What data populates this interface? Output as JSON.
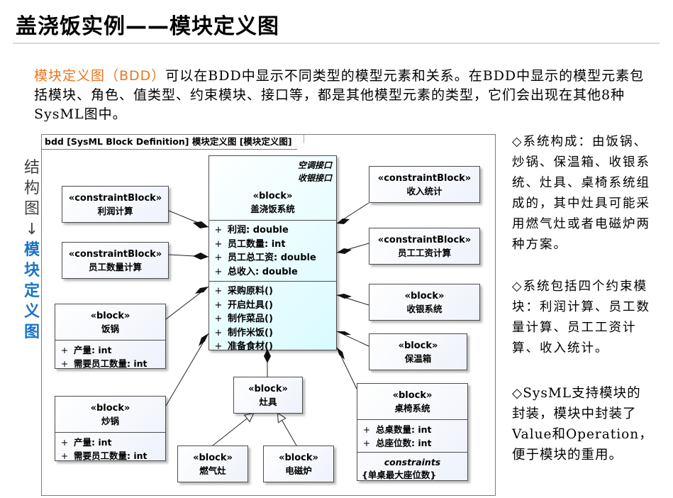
{
  "page_title": "盖浇饭实例——模块定义图",
  "intro": {
    "term": "模块定义图（BDD）",
    "text": "可以在BDD中显示不同类型的模型元素和关系。在BDD中显示的模型元素包括模块、角色、值类型、约束模块、接口等，都是其他模型元素的类型，它们会出现在其他8种SysML图中。"
  },
  "side_label": {
    "top": [
      "结",
      "构",
      "图"
    ],
    "arrow": "↓",
    "bottom": [
      "模",
      "块",
      "定",
      "义",
      "图"
    ]
  },
  "diagram": {
    "frame_label": "bdd [SysML Block Definition] 模块定义图 [模块定义图]",
    "main_block": {
      "ports": [
        "空调接口",
        "收银接口"
      ],
      "stereotype": "«block»",
      "name": "盖浇饭系统",
      "attributes": [
        "利润: double",
        "员工数量: int",
        "员工总工资: double",
        "总收入: double"
      ],
      "operations": [
        "采购原料()",
        "开启灶具()",
        "制作菜品()",
        "制作米饭()",
        "准备食材()"
      ]
    },
    "profit_calc": {
      "stereotype": "«constraintBlock»",
      "name": "利润计算"
    },
    "staff_count_calc": {
      "stereotype": "«constraintBlock»",
      "name": "员工数量计算"
    },
    "wok_fan": {
      "stereotype": "«block»",
      "name": "饭锅",
      "attributes": [
        "产量: int",
        "需要员工数量: int"
      ]
    },
    "wok_chao": {
      "stereotype": "«block»",
      "name": "炒锅",
      "attributes": [
        "产量: int",
        "需要员工数量: int"
      ]
    },
    "income_stats": {
      "stereotype": "«constraintBlock»",
      "name": "收入统计"
    },
    "wage_calc": {
      "stereotype": "«constraintBlock»",
      "name": "员工工资计算"
    },
    "cashier": {
      "stereotype": "«block»",
      "name": "收银系统"
    },
    "warmer": {
      "stereotype": "«block»",
      "name": "保温箱"
    },
    "stove": {
      "stereotype": "«block»",
      "name": "灶具"
    },
    "gas_stove": {
      "stereotype": "«block»",
      "name": "燃气灶"
    },
    "induction": {
      "stereotype": "«block»",
      "name": "电磁炉"
    },
    "tables": {
      "stereotype": "«block»",
      "name": "桌椅系统",
      "attributes": [
        "总桌数量: int",
        "总座位数: int"
      ],
      "constraints_title": "constraints",
      "constraint": "{单桌最大座位数}"
    },
    "plus": "+"
  },
  "notes": {
    "p1": "◇系统构成：由饭锅、炒锅、保温箱、收银系统、灶具、桌椅系统组成的，其中灶具可能采用燃气灶或者电磁炉两种方案。",
    "p2": "◇系统包括四个约束模块：利润计算、员工数量计算、员工工资计算、收入统计。",
    "p3": "◇SysML支持模块的封装，模块中封装了Value和Operation，便于模块的重用。"
  }
}
